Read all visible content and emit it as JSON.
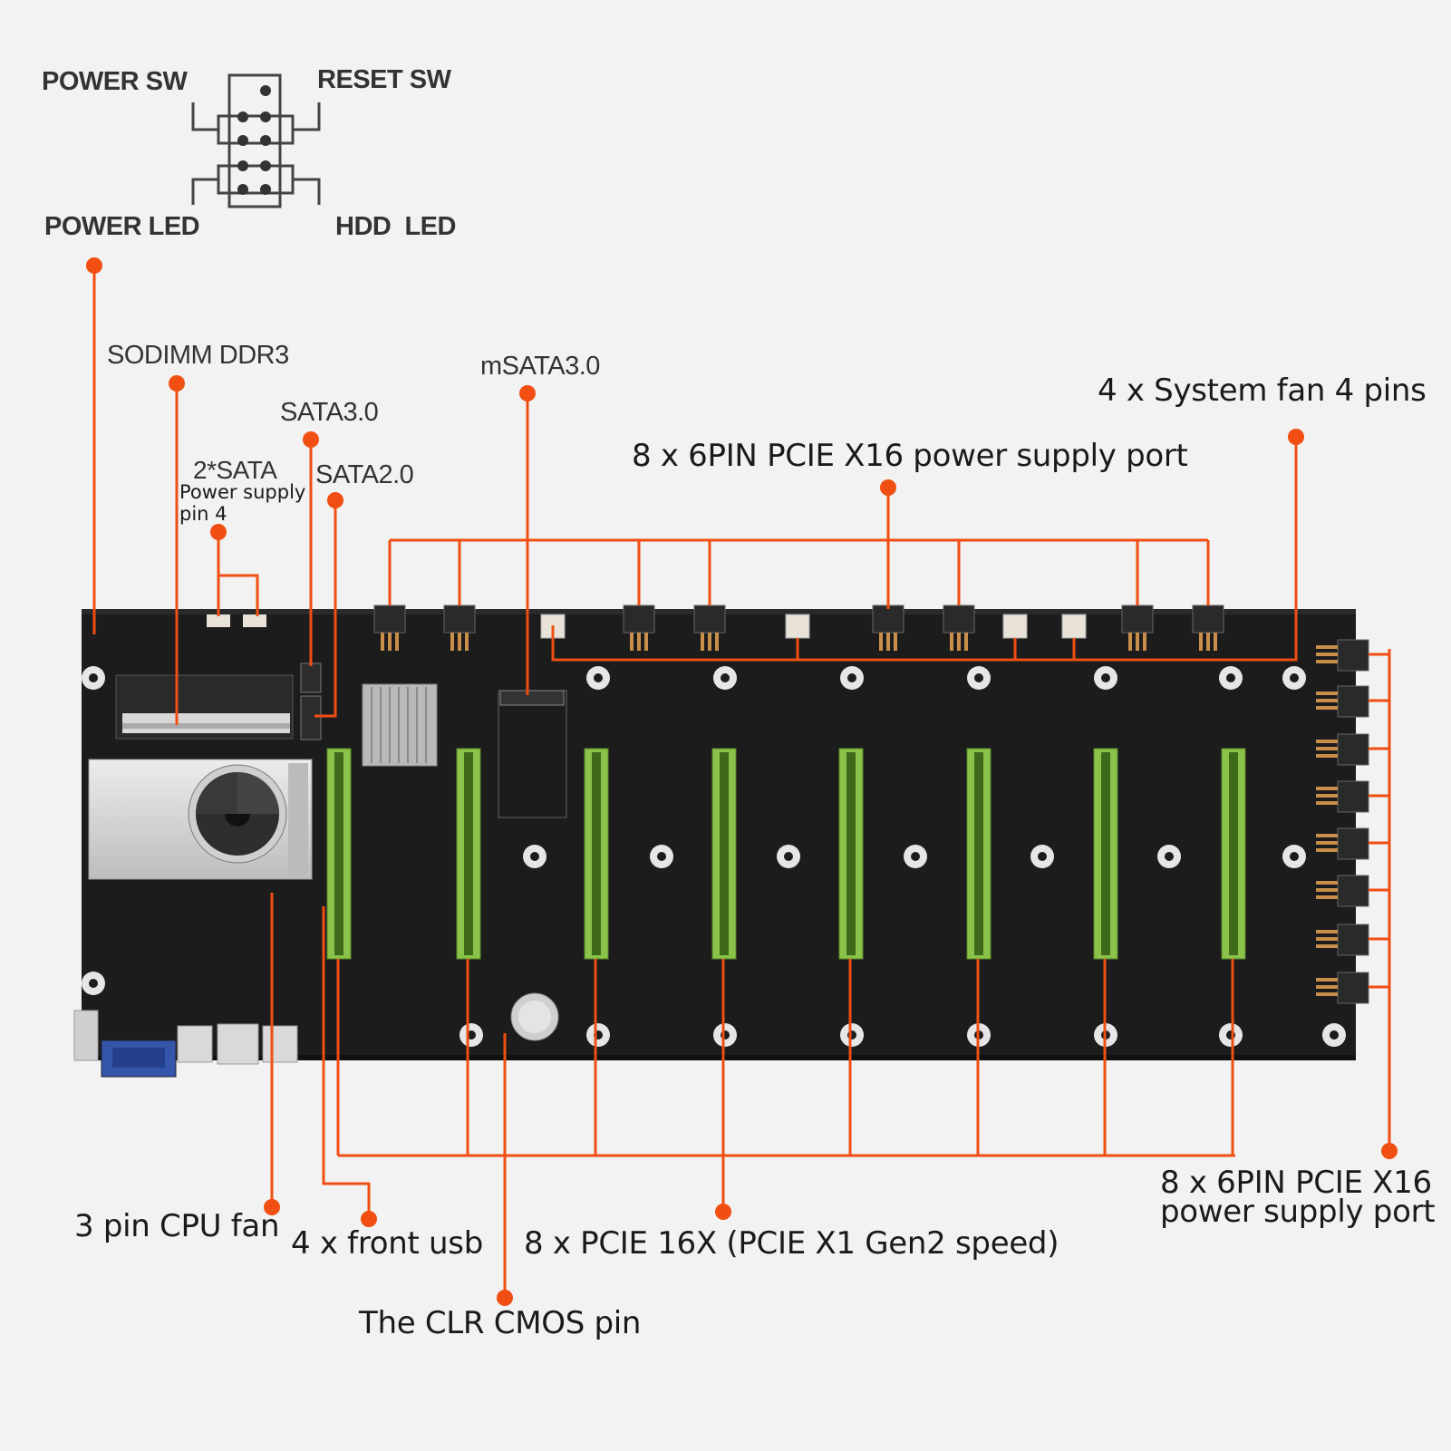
{
  "theme": {
    "background": "#f2f2f2",
    "accent": "#f04e12",
    "board": "#1c1c1c",
    "slot": "#8bc34a",
    "heatsink": "#d9d9d9"
  },
  "header_pins": {
    "power_sw": "POWER SW",
    "reset_sw": "RESET SW",
    "power_led": "POWER LED",
    "hdd_led": "HDD  LED"
  },
  "callouts": {
    "sodimm": "SODIMM DDR3",
    "msata": "mSATA3.0",
    "sata3": "SATA3.0",
    "sata_power_line1": "2*SATA",
    "sata_power_line2": "Power supply",
    "sata_power_line3": "pin 4",
    "sata2": "SATA2.0",
    "pcie_power_top": "8 x 6PIN PCIE X16 power supply port",
    "system_fan": "4 x System fan 4 pins",
    "cpu_fan": "3 pin CPU fan",
    "front_usb": "4 x front usb",
    "pcie_slots": "8 x PCIE 16X (PCIE X1 Gen2 speed)",
    "clr_cmos": "The CLR CMOS pin",
    "pcie_power_right_line1": "8 x 6PIN PCIE X16",
    "pcie_power_right_line2": "power supply port"
  },
  "icons": [
    "pin-header-icon",
    "cpu-fan-icon",
    "cmos-battery-icon",
    "vga-port-icon",
    "usb-port-icon"
  ]
}
